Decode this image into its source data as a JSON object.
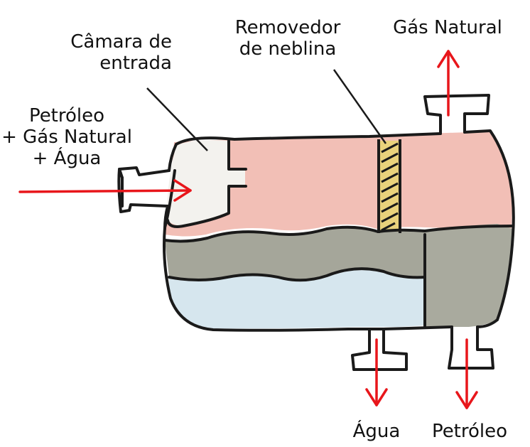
{
  "labels": {
    "inlet_chamber": [
      "Câmara de",
      "entrada"
    ],
    "mist_remover": [
      "Removedor",
      "de neblina"
    ],
    "gas_outlet": "Gás Natural",
    "inlet_feed": [
      "Petróleo",
      "+ Gás Natural",
      "+ Água"
    ],
    "water_outlet": "Água",
    "oil_outlet": "Petróleo"
  },
  "colors": {
    "gas_phase": "#f2bfb6",
    "oil_phase": "#a5a69a",
    "water_phase": "#d6e6ee",
    "inlet_chamber": "#f3f2ee",
    "oil_chamber": "#a9aa9e",
    "mist_pad": "#e9d27c",
    "flow_arrow": "#e8161b",
    "outline": "#1a1a1a"
  }
}
